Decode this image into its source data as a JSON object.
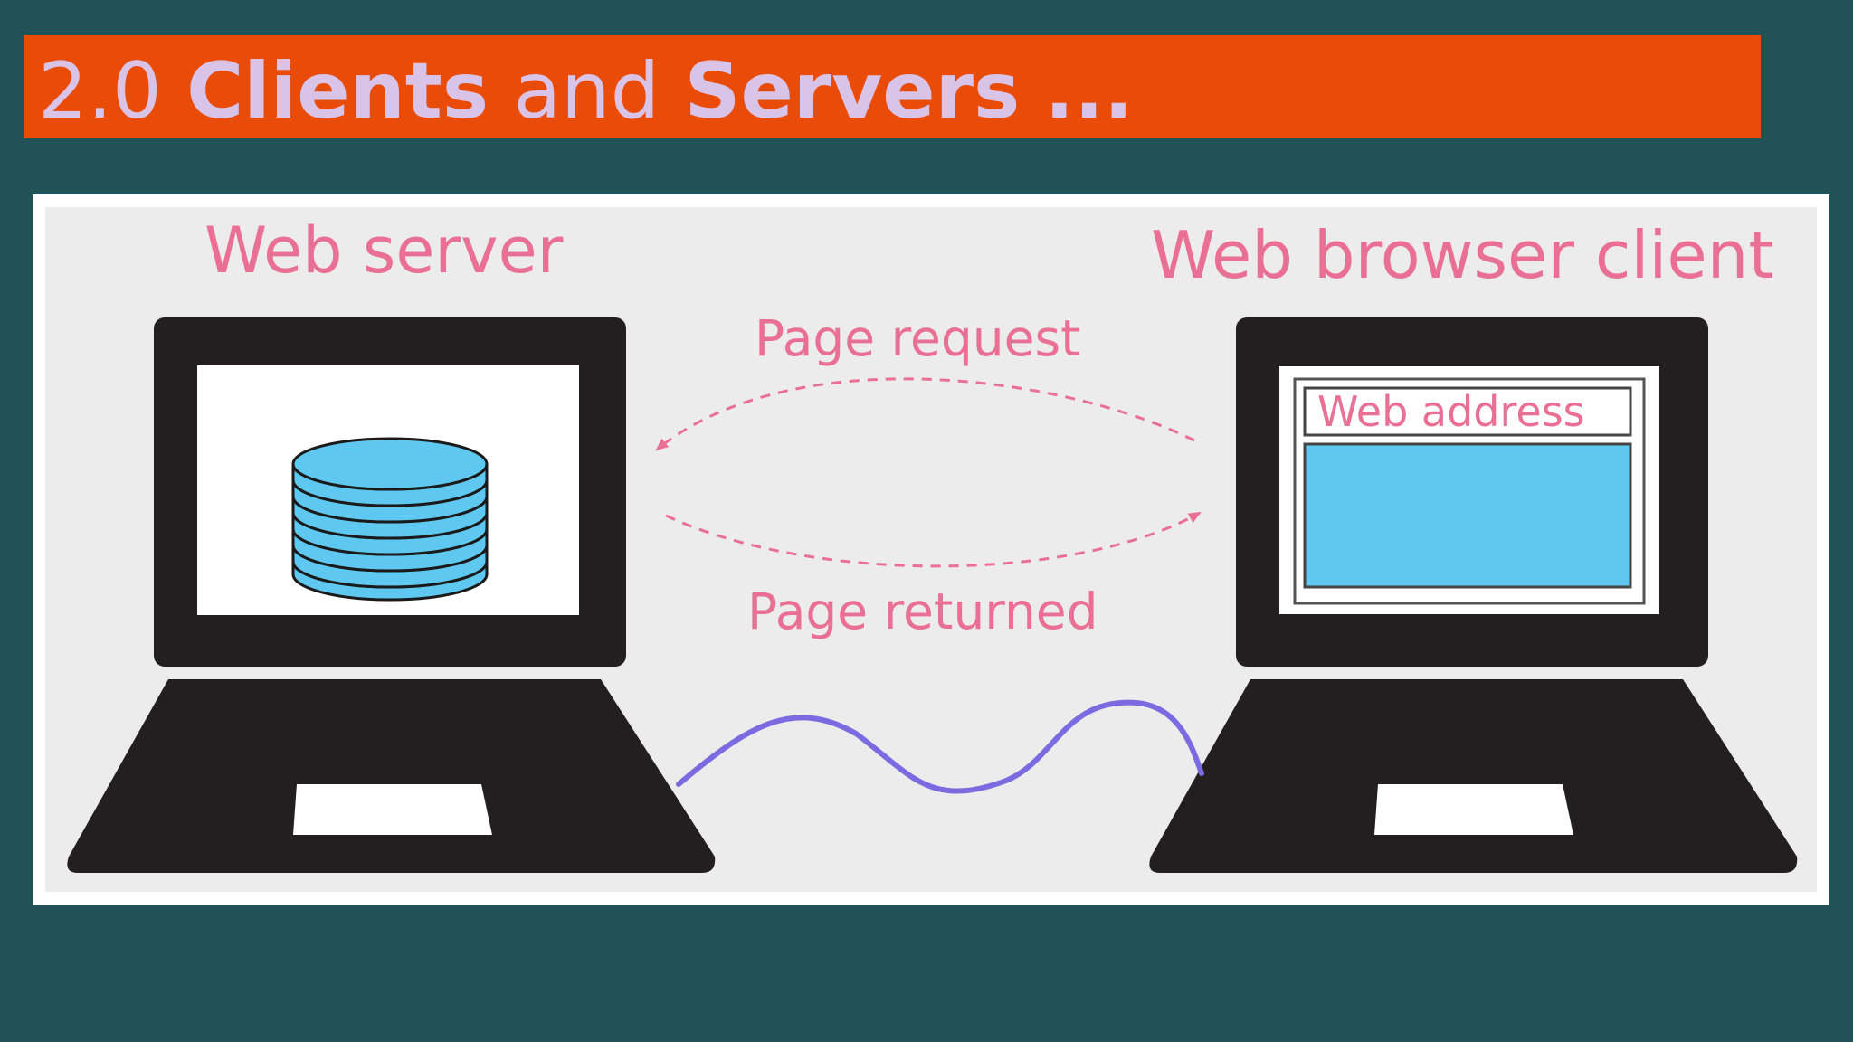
{
  "slide": {
    "title_number": "2.0",
    "title_word1": "Clients",
    "title_and": "and",
    "title_word2": "Servers",
    "title_ellipsis": "..."
  },
  "diagram": {
    "server_label": "Web server",
    "client_label": "Web browser client",
    "request_label": "Page request",
    "returned_label": "Page returned",
    "address_label": "Web address"
  },
  "colors": {
    "background": "#205257",
    "title_bar": "#e84c08",
    "title_text": "#d9c3e6",
    "label_pink": "#ea6f95",
    "laptop": "#231f20",
    "database_blue": "#5ec8f0",
    "cable": "#7b6ae0"
  }
}
